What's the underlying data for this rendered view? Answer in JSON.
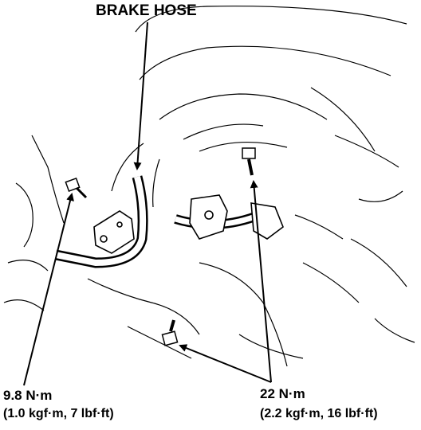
{
  "callouts": {
    "brake_hose": "BRAKE HOSE",
    "torque_small_line1": "9.8 N·m",
    "torque_small_line2": "(1.0 kgf·m, 7 lbf·ft)",
    "torque_large_line1": "22 N·m",
    "torque_large_line2": "(2.2 kgf·m, 16 lbf·ft)"
  }
}
